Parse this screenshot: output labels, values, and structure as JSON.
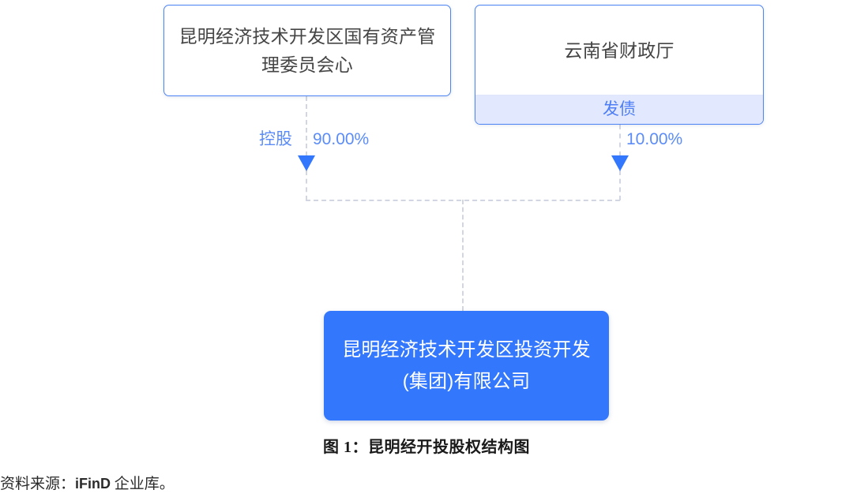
{
  "figure": {
    "caption": "图 1：昆明经开投股权结构图",
    "source_prefix": "资料来源：",
    "source_brand": "iFinD",
    "source_suffix": " 企业库。"
  },
  "colors": {
    "node_border": "#4c84f5",
    "node_text": "#454545",
    "focal_fill": "#3377fd",
    "focal_text": "#ffffff",
    "footer_fill": "#e2e8fd",
    "footer_text": "#4d7ef6",
    "edge_label": "#5b8cf7",
    "connector": "#d2d6e2",
    "arrow": "#3377fd"
  },
  "diagram": {
    "type": "ownership-structure",
    "nodes": [
      {
        "id": "parent-left",
        "title": "昆明经济技术开发区国有资产管理委员会心",
        "role": "shareholder",
        "footer": null
      },
      {
        "id": "parent-right",
        "title": "云南省财政厅",
        "role": "shareholder",
        "footer": "发债"
      },
      {
        "id": "focal",
        "title": "昆明经济技术开发区投资开发(集团)有限公司",
        "role": "subject",
        "footer": null
      }
    ],
    "edges": [
      {
        "from": "parent-left",
        "to": "focal",
        "relation": "控股",
        "percent": "90.00%"
      },
      {
        "from": "parent-right",
        "to": "focal",
        "relation": "",
        "percent": "10.00%"
      }
    ]
  }
}
